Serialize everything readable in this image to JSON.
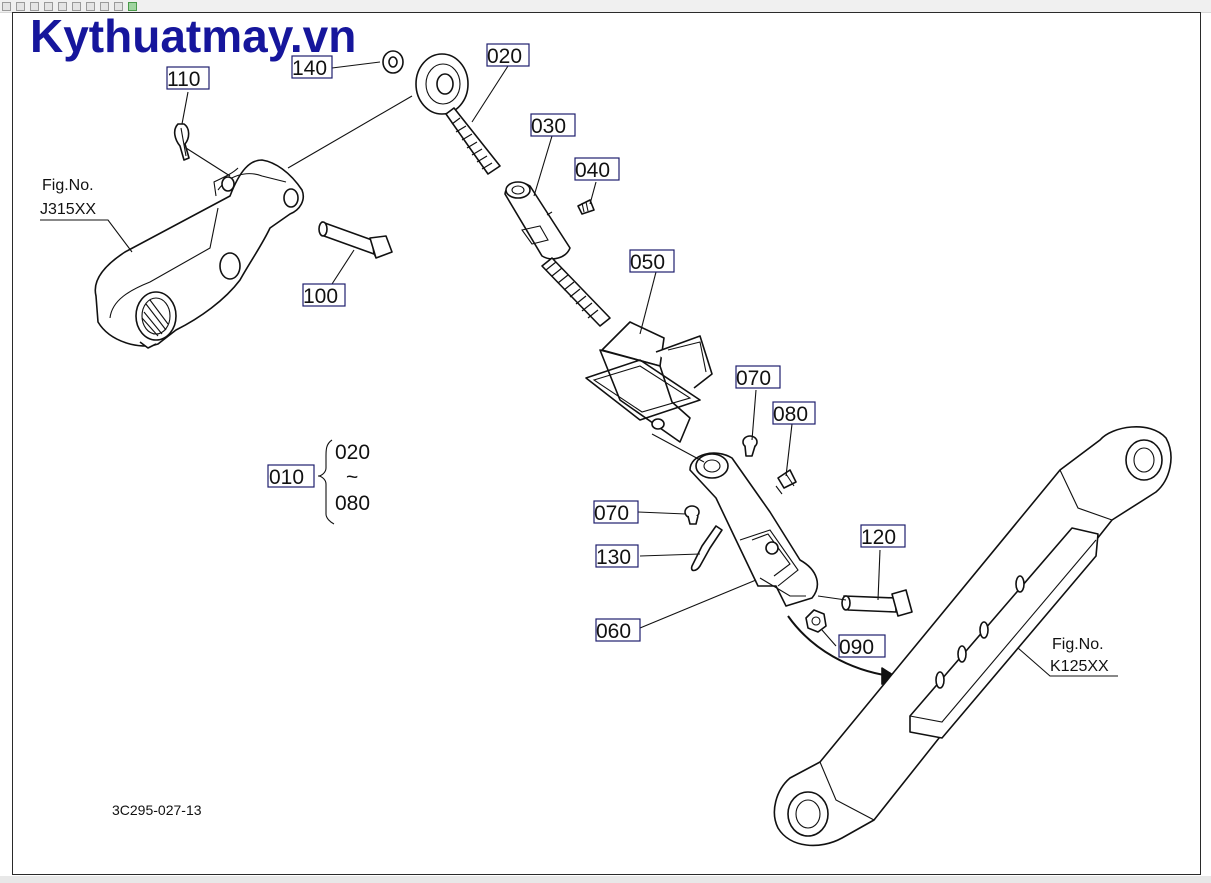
{
  "watermark": "Kythuatmay.vn",
  "part_labels": {
    "p010": "010",
    "p020": "020",
    "p030": "030",
    "p040": "040",
    "p050": "050",
    "p060": "060",
    "p070a": "070",
    "p070b": "070",
    "p080": "080",
    "p090": "090",
    "p100": "100",
    "p110": "110",
    "p120": "120",
    "p130": "130",
    "p140": "140"
  },
  "set_range": {
    "from": "020",
    "to": "080",
    "tilde": "~"
  },
  "figure_refs": {
    "left": {
      "line1": "Fig.No.",
      "line2": "J315XX"
    },
    "right": {
      "line1": "Fig.No.",
      "line2": "K125XX"
    }
  },
  "drawing_code": "3C295-027-13",
  "colors": {
    "watermark": "#16169c",
    "label_border": "#1e1e6e",
    "line": "#111111"
  }
}
